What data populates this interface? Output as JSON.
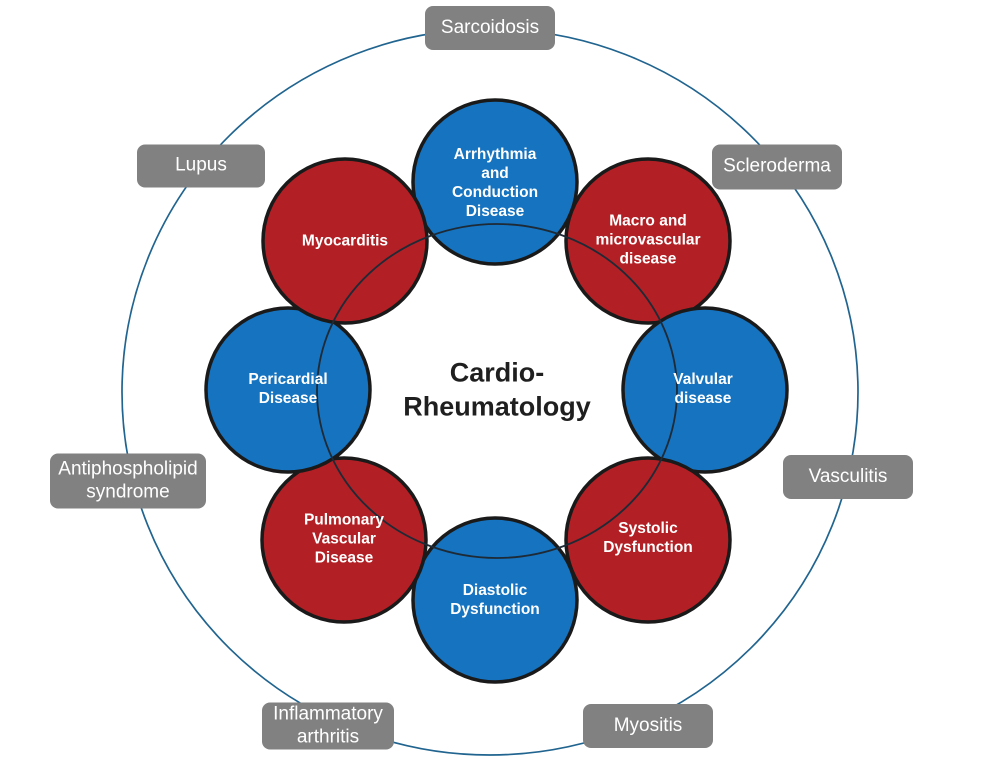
{
  "diagram": {
    "title": "Cardio-\nRheumatology",
    "center_nodes": [
      {
        "id": "arrhythmia",
        "label": "Arrhythmia\nand\nConduction\nDisease",
        "color": "blue"
      },
      {
        "id": "macro-microvascular",
        "label": "Macro and\nmicrovascular\ndisease",
        "color": "red"
      },
      {
        "id": "valvular",
        "label": "Valvular\ndisease",
        "color": "blue"
      },
      {
        "id": "systolic",
        "label": "Systolic\nDysfunction",
        "color": "red"
      },
      {
        "id": "diastolic",
        "label": "Diastolic\nDysfunction",
        "color": "blue"
      },
      {
        "id": "pulmonary-vascular",
        "label": "Pulmonary\nVascular\nDisease",
        "color": "red"
      },
      {
        "id": "pericardial",
        "label": "Pericardial\nDisease",
        "color": "blue"
      },
      {
        "id": "myocarditis",
        "label": "Myocarditis",
        "color": "red"
      }
    ],
    "outer_labels": [
      {
        "id": "sarcoidosis",
        "label": "Sarcoidosis"
      },
      {
        "id": "scleroderma",
        "label": "Scleroderma"
      },
      {
        "id": "vasculitis",
        "label": "Vasculitis"
      },
      {
        "id": "myositis",
        "label": "Myositis"
      },
      {
        "id": "inflammatory-arthritis",
        "label": "Inflammatory\narthritis"
      },
      {
        "id": "antiphospholipid-syndrome",
        "label": "Antiphospholipid\nsyndrome"
      },
      {
        "id": "lupus",
        "label": "Lupus"
      }
    ],
    "colors": {
      "node_blue": "#1573bf",
      "node_red": "#b22025",
      "node_outline": "#1a1a1a",
      "node_text": "#ffffff",
      "outer_ring": "#20648f",
      "inner_ring": "#1e2a36",
      "label_bg": "#818181",
      "label_text": "#ffffff",
      "title_text": "#1f1f1f"
    }
  }
}
